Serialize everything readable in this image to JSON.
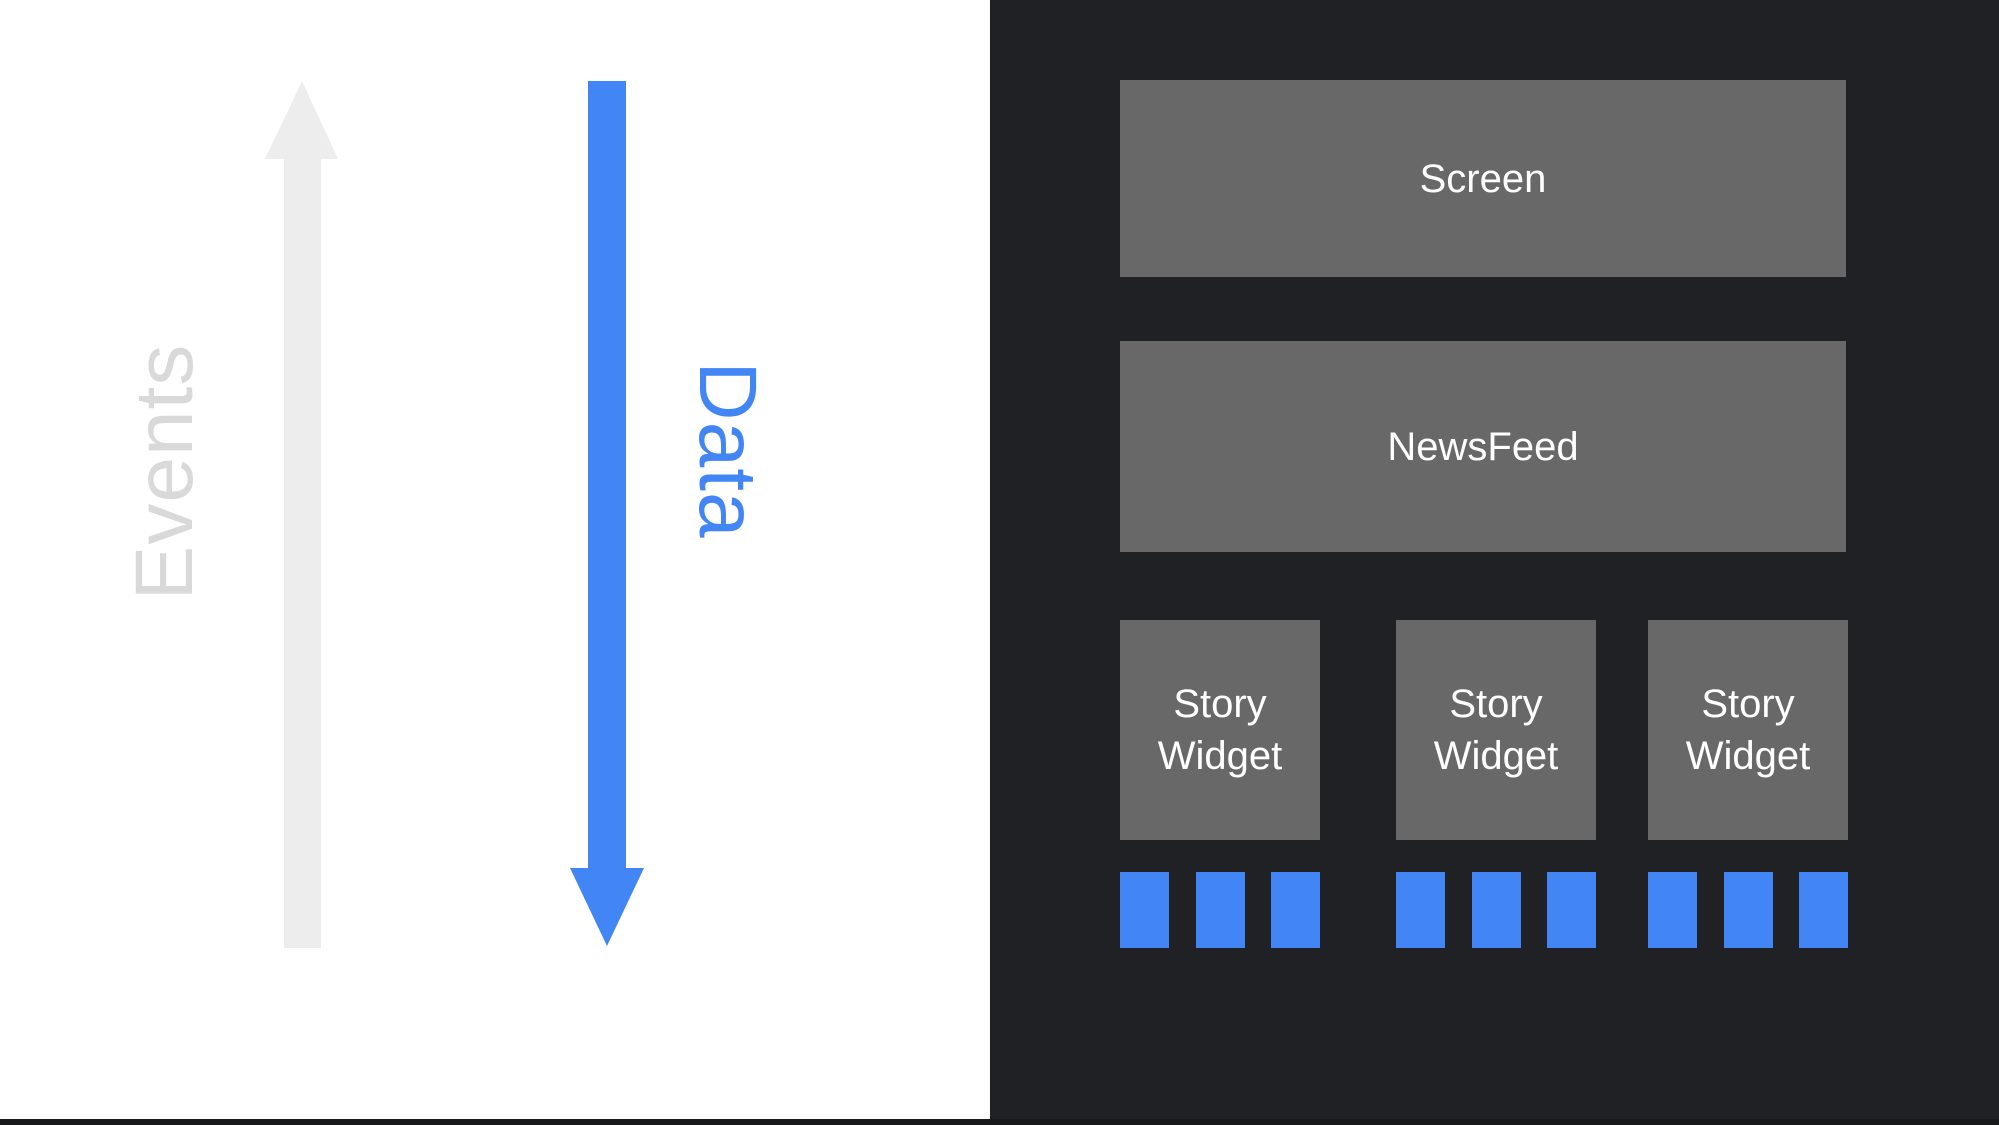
{
  "diagram": {
    "left": {
      "events_label": "Events",
      "data_label": "Data",
      "events_arrow_icon": "up-arrow",
      "data_arrow_icon": "down-arrow"
    },
    "tree": {
      "screen_label": "Screen",
      "newsfeed_label": "NewsFeed",
      "story_widgets": [
        {
          "label": "Story Widget"
        },
        {
          "label": "Story Widget"
        },
        {
          "label": "Story Widget"
        }
      ],
      "blocks_per_widget": 3
    }
  },
  "colors": {
    "page_bg": "#ffffff",
    "panel_bg": "#202124",
    "box_gray": "#686868",
    "box_text": "#ffffff",
    "accent_blue": "#4285f4",
    "arrow_gray": "#ededed",
    "events_text": "#d9d9d9",
    "bottom_bar": "#18191b"
  }
}
